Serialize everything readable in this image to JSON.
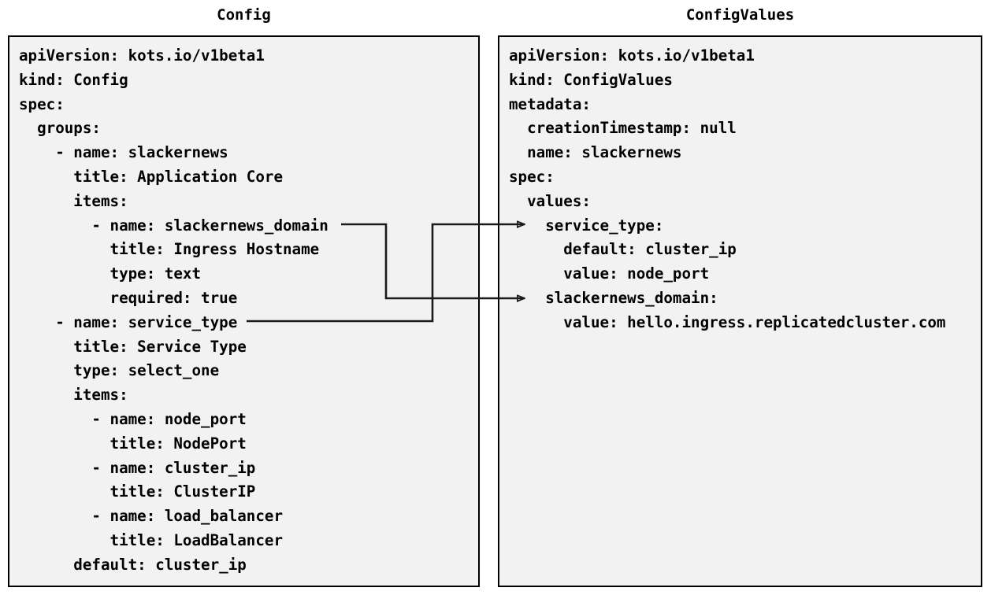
{
  "diagram": {
    "type": "two-panel-yaml-mapping",
    "background": "#ffffff",
    "panel_fill": "#f2f2f2",
    "panel_stroke": "#000000",
    "connector_color": "#1a1a1a"
  },
  "left_panel": {
    "title": "Config",
    "code": "apiVersion: kots.io/v1beta1\nkind: Config\nspec:\n  groups:\n    - name: slackernews\n      title: Application Core\n      items:\n        - name: slackernews_domain\n          title: Ingress Hostname\n          type: text\n          required: true\n    - name: service_type\n      title: Service Type\n      type: select_one\n      items:\n        - name: node_port\n          title: NodePort\n        - name: cluster_ip\n          title: ClusterIP\n        - name: load_balancer\n          title: LoadBalancer\n      default: cluster_ip",
    "lines": [
      "apiVersion: kots.io/v1beta1",
      "kind: Config",
      "spec:",
      "  groups:",
      "    - name: slackernews",
      "      title: Application Core",
      "      items:",
      "        - name: slackernews_domain",
      "          title: Ingress Hostname",
      "          type: text",
      "          required: true",
      "    - name: service_type",
      "      title: Service Type",
      "      type: select_one",
      "      items:",
      "        - name: node_port",
      "          title: NodePort",
      "        - name: cluster_ip",
      "          title: ClusterIP",
      "        - name: load_balancer",
      "          title: LoadBalancer",
      "      default: cluster_ip"
    ]
  },
  "right_panel": {
    "title": "ConfigValues",
    "code": "apiVersion: kots.io/v1beta1\nkind: ConfigValues\nmetadata:\n  creationTimestamp: null\n  name: slackernews\nspec:\n  values:\n    service_type:\n      default: cluster_ip\n      value: node_port\n    slackernews_domain:\n      value: hello.ingress.replicatedcluster.com",
    "lines": [
      "apiVersion: kots.io/v1beta1",
      "kind: ConfigValues",
      "metadata:",
      "  creationTimestamp: null",
      "  name: slackernews",
      "spec:",
      "  values:",
      "    service_type:",
      "      default: cluster_ip",
      "      value: node_port",
      "    slackernews_domain:",
      "      value: hello.ingress.replicatedcluster.com"
    ]
  },
  "connectors": [
    {
      "id": "slackernews-domain-link",
      "from_label": "- name: slackernews_domain",
      "to_label": "slackernews_domain:",
      "arrowhead": "open-triangle"
    },
    {
      "id": "service-type-link",
      "from_label": "- name: service_type",
      "to_label": "service_type:",
      "arrowhead": "open-triangle"
    }
  ]
}
